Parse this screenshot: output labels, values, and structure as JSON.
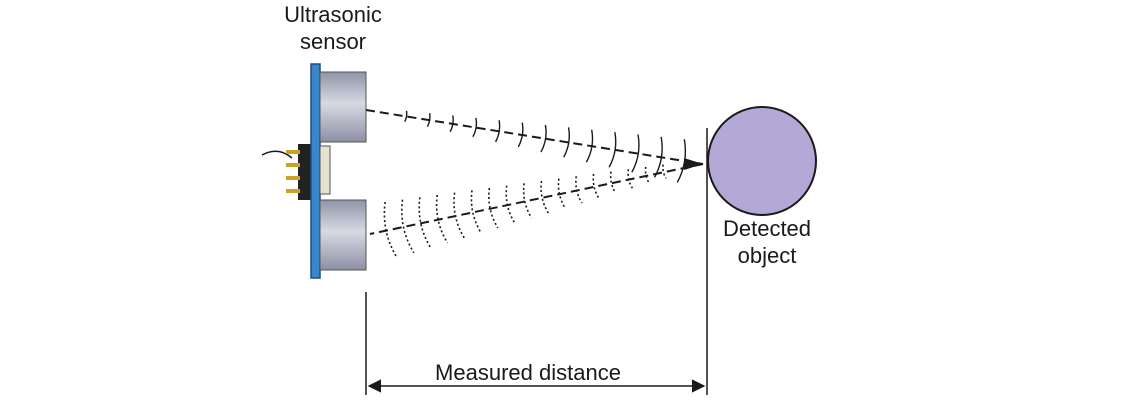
{
  "labels": {
    "sensor_line1": "Ultrasonic",
    "sensor_line2": "sensor",
    "object_line1": "Detected",
    "object_line2": "object",
    "distance": "Measured distance"
  },
  "colors": {
    "board": "#3a86c8",
    "board_edge": "#1d4f80",
    "transducer": "#b9bdcc",
    "object_fill": "#b3a8d6",
    "line": "#1a1a1a",
    "pin": "#c9a227"
  }
}
